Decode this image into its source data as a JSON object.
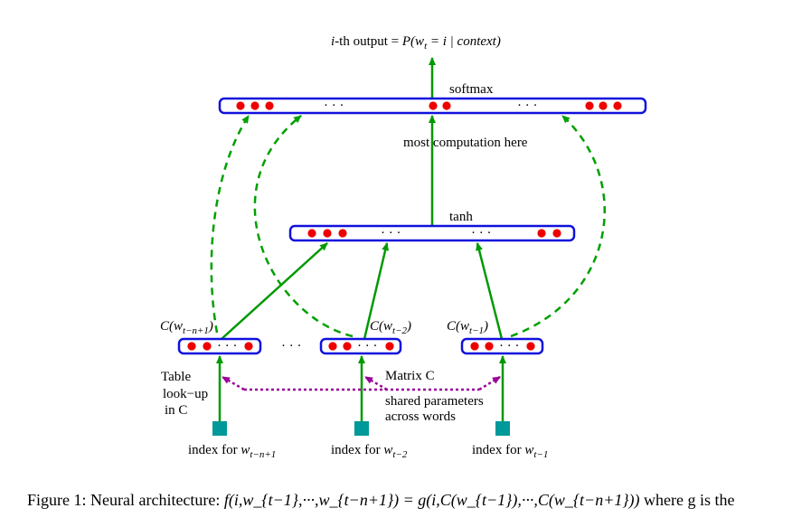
{
  "top_output": {
    "prefix": "i",
    "text": "-th output = ",
    "expr": "P(w",
    "sub": "t",
    "rest": " = i | context)"
  },
  "softmax_label": "softmax",
  "most_computation_label": "most  computation here",
  "tanh_label": "tanh",
  "ellipsis": "· · ·",
  "context_nodes": [
    {
      "label_main": "C(w",
      "label_sub": "t−n+1",
      "label_end": ")",
      "index_text": "index for ",
      "index_var": "w",
      "index_sub": "t−n+1"
    },
    {
      "label_main": "C(w",
      "label_sub": "t−2",
      "label_end": ")",
      "index_text": "index for ",
      "index_var": "w",
      "index_sub": "t−2"
    },
    {
      "label_main": "C(w",
      "label_sub": "t−1",
      "label_end": ")",
      "index_text": "index for ",
      "index_var": "w",
      "index_sub": "t−1"
    }
  ],
  "table_lookup_label": [
    "Table",
    "look−up",
    "in C"
  ],
  "matrix_label": "Matrix C",
  "shared_params_label": [
    "shared parameters",
    "across words"
  ],
  "caption": {
    "prefix": "Figure 1:  Neural architecture: ",
    "formula": "f(i,w_{t−1},···,w_{t−n+1}) = g(i,C(w_{t−1}),···,C(w_{t−n+1}))",
    "suffix": " where g is the"
  },
  "colors": {
    "box": "#1010dd",
    "dot": "#ee0000",
    "arrow": "#009900",
    "dashed": "#00a000",
    "dotted": "#990099",
    "index": "#009999"
  }
}
